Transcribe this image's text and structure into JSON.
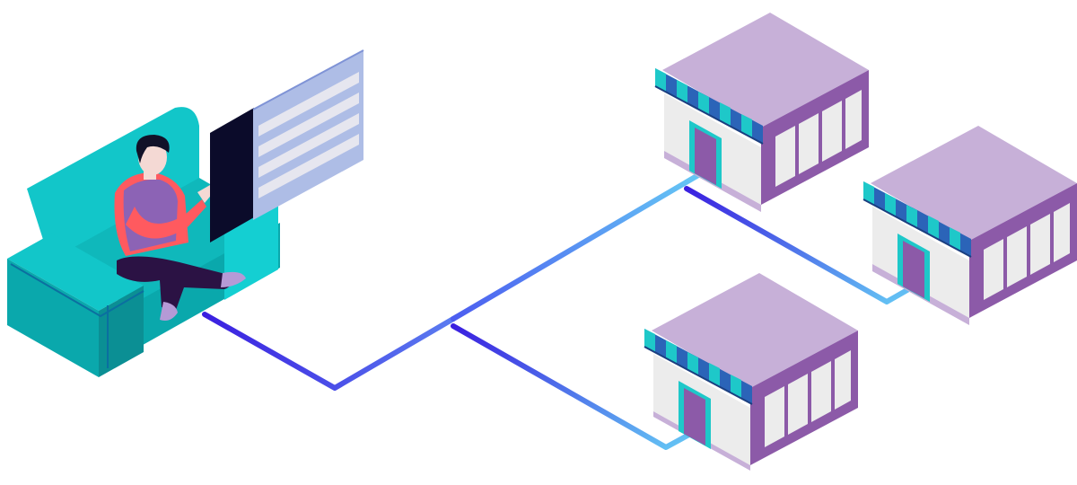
{
  "scene": {
    "stores": [
      {
        "id": "store-top"
      },
      {
        "id": "store-right"
      },
      {
        "id": "store-bottom"
      }
    ],
    "colors": {
      "background": "#ffffff",
      "sofa": "#12c6c9",
      "sofa_dark": "#0aa8ac",
      "sofa_shadow": "#0b8f94",
      "shirt": "#ff5a5f",
      "vest": "#8c63b5",
      "pants": "#2b1244",
      "screen_back": "#0b0b2a",
      "panel": "#aebde6",
      "panel_rows": "#e6e6ef",
      "roof": "#c7b0d8",
      "wall_side": "#8c5aa8",
      "wall_front": "#ececec",
      "door": "#8c5aa8",
      "door_frame": "#1ec8c9",
      "awning_blue": "#2b64b8",
      "awning_teal": "#1ec8c9",
      "line_dark": "#3a1fe0",
      "line_light": "#66ccf5"
    }
  }
}
